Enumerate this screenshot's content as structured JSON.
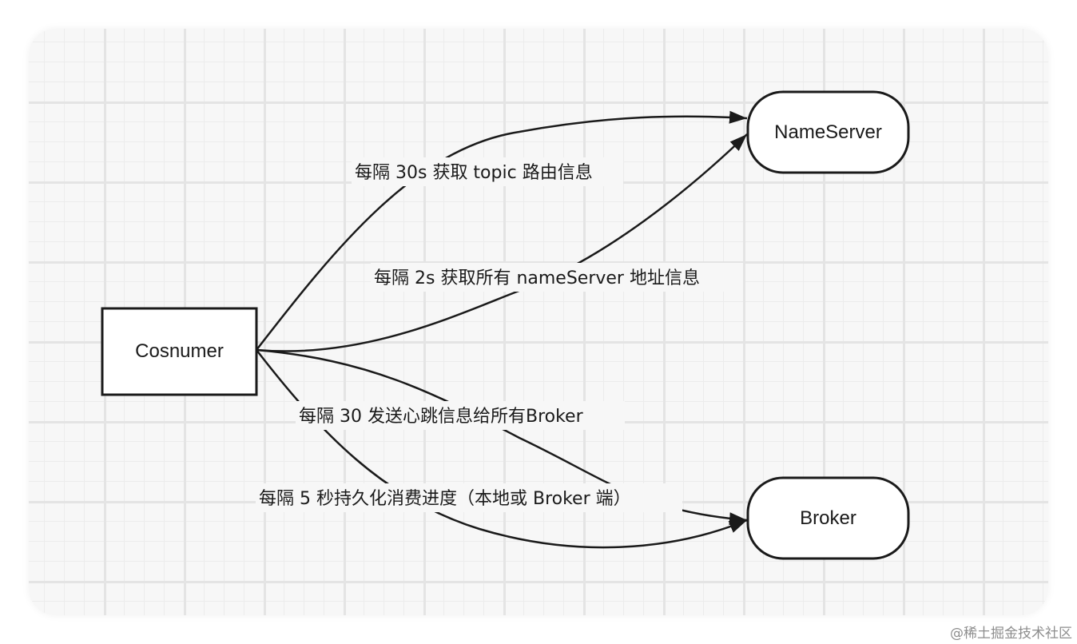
{
  "nodes": {
    "consumer": {
      "label": "Cosnumer",
      "shape": "rectangle"
    },
    "nameserver": {
      "label": "NameServer",
      "shape": "rounded"
    },
    "broker": {
      "label": "Broker",
      "shape": "rounded"
    }
  },
  "edges": [
    {
      "from": "consumer",
      "to": "nameserver",
      "label": "每隔 30s 获取 topic 路由信息"
    },
    {
      "from": "consumer",
      "to": "nameserver",
      "label": "每隔 2s 获取所有 nameServer 地址信息"
    },
    {
      "from": "consumer",
      "to": "broker",
      "label": "每隔 30 发送心跳信息给所有Broker"
    },
    {
      "from": "consumer",
      "to": "broker",
      "label": "每隔 5 秒持久化消费进度（本地或 Broker 端）"
    }
  ],
  "watermark": "@稀土掘金技术社区",
  "colors": {
    "stroke": "#1a1a1a",
    "card_background": "#f7f7f7",
    "grid_major": "#e4e4e4",
    "grid_minor": "#ececec"
  }
}
